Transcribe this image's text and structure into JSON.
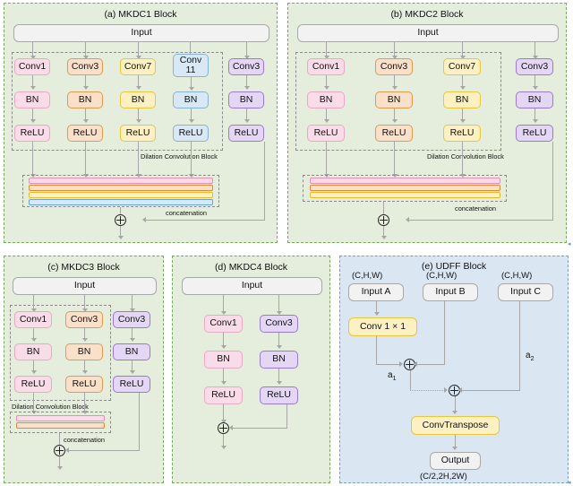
{
  "figure": {
    "panels": [
      {
        "id": "a",
        "title": "(a) MKDC1 Block",
        "input_label": "Input",
        "group_label": "Dilation Convolution Block",
        "concat_label": "concatenation",
        "branches": [
          {
            "conv": "Conv1",
            "bn": "BN",
            "relu": "ReLU",
            "color": "pink"
          },
          {
            "conv": "Conv3",
            "bn": "BN",
            "relu": "ReLU",
            "color": "orange"
          },
          {
            "conv": "Conv7",
            "bn": "BN",
            "relu": "ReLU",
            "color": "yellow"
          },
          {
            "conv": "Conv 11",
            "bn": "BN",
            "relu": "ReLU",
            "color": "blueb"
          }
        ],
        "skip": {
          "conv": "Conv3",
          "bn": "BN",
          "relu": "ReLU",
          "color": "purple"
        },
        "concat_stripes": [
          "pink",
          "orange",
          "yellow",
          "blue"
        ]
      },
      {
        "id": "b",
        "title": "(b) MKDC2 Block",
        "input_label": "Input",
        "group_label": "Dilation Convolution Block",
        "concat_label": "concatenation",
        "branches": [
          {
            "conv": "Conv1",
            "bn": "BN",
            "relu": "ReLU",
            "color": "pink"
          },
          {
            "conv": "Conv3",
            "bn": "BN",
            "relu": "ReLU",
            "color": "orange"
          },
          {
            "conv": "Conv7",
            "bn": "BN",
            "relu": "ReLU",
            "color": "yellow"
          }
        ],
        "skip": {
          "conv": "Conv3",
          "bn": "BN",
          "relu": "ReLU",
          "color": "purple"
        },
        "concat_stripes": [
          "pink",
          "orange",
          "yellow"
        ]
      },
      {
        "id": "c",
        "title": "(c) MKDC3 Block",
        "input_label": "Input",
        "group_label": "Dilation Convolution Block",
        "concat_label": "concatenation",
        "branches": [
          {
            "conv": "Conv1",
            "bn": "BN",
            "relu": "ReLU",
            "color": "pink"
          },
          {
            "conv": "Conv3",
            "bn": "BN",
            "relu": "ReLU",
            "color": "orange"
          }
        ],
        "skip": {
          "conv": "Conv3",
          "bn": "BN",
          "relu": "ReLU",
          "color": "purple"
        },
        "concat_stripes": [
          "pink",
          "orange"
        ]
      },
      {
        "id": "d",
        "title": "(d) MKDC4 Block",
        "input_label": "Input",
        "branches": [
          {
            "conv": "Conv1",
            "bn": "BN",
            "relu": "ReLU",
            "color": "pink"
          }
        ],
        "skip": {
          "conv": "Conv3",
          "bn": "BN",
          "relu": "ReLU",
          "color": "purple"
        }
      },
      {
        "id": "e",
        "title": "(e) UDFF Block",
        "inputs": [
          {
            "shape": "(C,H,W)",
            "label": "Input A"
          },
          {
            "shape": "(C,H,W)",
            "label": "Input B"
          },
          {
            "shape": "(C,H,W)",
            "label": "Input C"
          }
        ],
        "conv1x1": "Conv 1 × 1",
        "alpha1": "a",
        "alpha1_sub": "1",
        "alpha2": "a",
        "alpha2_sub": "2",
        "convtranspose": "ConvTranspose",
        "output": "Output",
        "output_shape": "(C/2,2H,2W)"
      }
    ],
    "colors": {
      "panel_green_bg": "#e5eedc",
      "panel_green_border": "#7aa863",
      "panel_blue_bg": "#dbe6f3",
      "panel_blue_border": "#7aa0cc",
      "pink": "#fadce8",
      "orange": "#fae0c8",
      "yellow": "#fdf0c2",
      "blue": "#d8e8f5",
      "purple": "#e4d7f5",
      "input_gray": "#f2f2f2",
      "connector": "#a6a6a6"
    }
  }
}
